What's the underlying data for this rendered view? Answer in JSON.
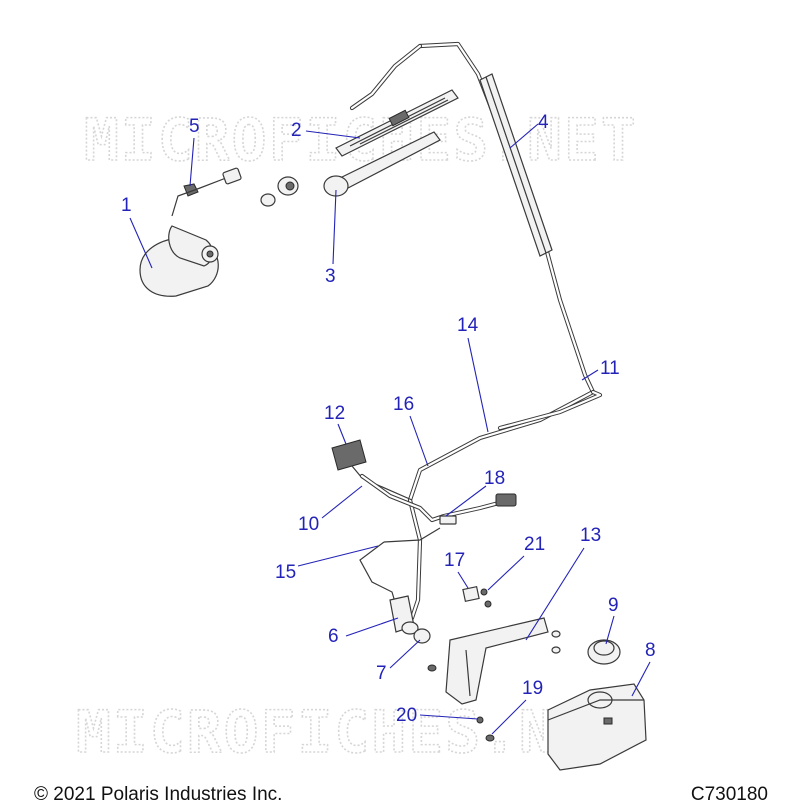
{
  "watermark": "MICROFICHES.NET",
  "footer": {
    "copyright": "© 2021 Polaris Industries Inc.",
    "diagram_code": "C730180"
  },
  "callouts": [
    "1",
    "2",
    "3",
    "4",
    "5",
    "6",
    "7",
    "8",
    "9",
    "10",
    "11",
    "12",
    "13",
    "14",
    "15",
    "16",
    "17",
    "18",
    "19",
    "20",
    "21"
  ],
  "colors": {
    "callout": "#2323b8",
    "line_art": "#3a3a3a",
    "watermark": "#d6d6d6"
  }
}
